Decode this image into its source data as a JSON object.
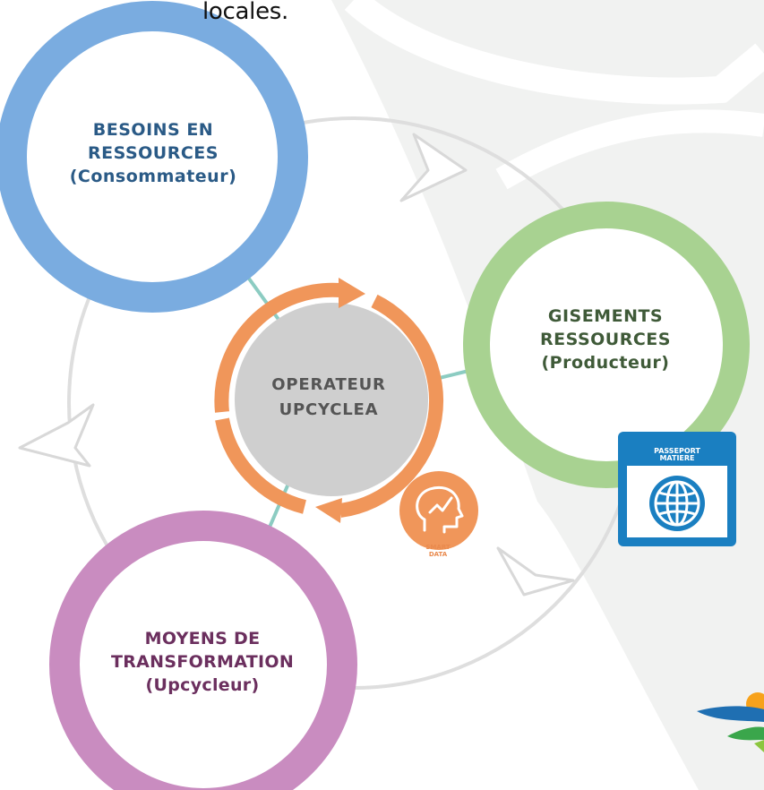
{
  "caption": {
    "text": "locales."
  },
  "nodes": {
    "besoins": {
      "lines": [
        "BESOINS EN",
        "RESSOURCES",
        "(Consommateur)"
      ],
      "color": "#7aace0",
      "text_color": "#2a5a86"
    },
    "gisements": {
      "lines": [
        "GISEMENTS",
        "RESSOURCES",
        "(Producteur)"
      ],
      "color": "#a8d291",
      "text_color": "#3f5a38"
    },
    "moyens": {
      "lines": [
        "MOYENS DE",
        "TRANSFORMATION",
        "(Upcycleur)"
      ],
      "color": "#c98cc0",
      "text_color": "#6b2f5e"
    },
    "operateur": {
      "lines": [
        "OPERATEUR",
        "UPCYCLEA"
      ],
      "fill": "#cfcfcf",
      "ring_color": "#f0965a"
    }
  },
  "badges": {
    "smart_data": {
      "lines": [
        "SMART",
        "DATA"
      ],
      "icon": "head-analytics-icon",
      "color": "#f0965a"
    },
    "passeport": {
      "lines": [
        "PASSEPORT",
        "MATIERE"
      ],
      "icon": "globe-icon",
      "color": "#1a7fc1"
    }
  },
  "colors": {
    "background_shape": "#f1f2f1",
    "cycle_line": "#dedede",
    "connector": "#8cccc2"
  },
  "logo": {
    "name": "brand-logo"
  }
}
